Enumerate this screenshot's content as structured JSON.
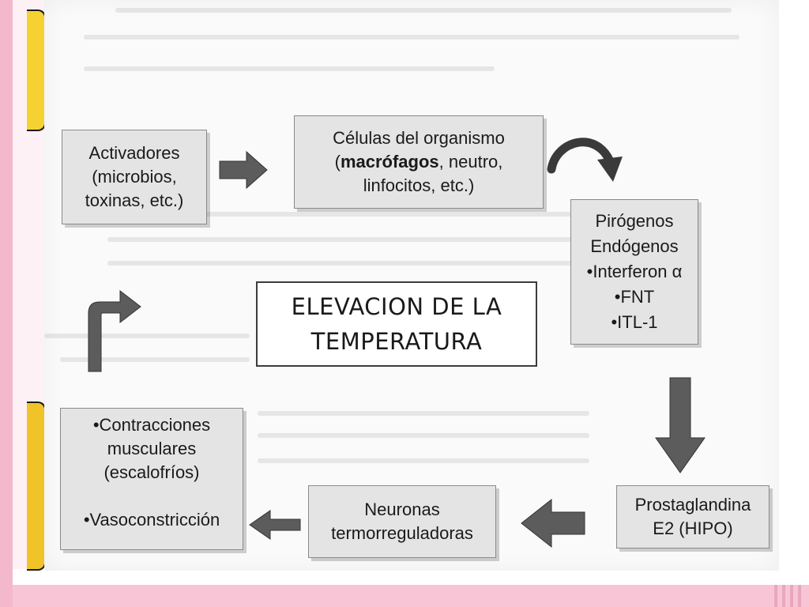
{
  "boxes": {
    "activadores": {
      "lines": [
        "Activadores",
        "(microbios,",
        "toxinas, etc.)"
      ]
    },
    "celulas": {
      "line1": "Células del organismo",
      "line2_open": "(",
      "line2_bold": "macrófagos",
      "line2_rest": ", neutro,",
      "line3": "linfocitos, etc.)"
    },
    "pirogenos": {
      "lines": [
        "Pirógenos",
        "Endógenos",
        "•Interferon α",
        "•FNT",
        "•ITL-1"
      ]
    },
    "elevacion": {
      "lines": [
        "ELEVACION DE LA",
        "TEMPERATURA"
      ]
    },
    "contracciones": {
      "lines": [
        "•Contracciones",
        "musculares",
        "(escalofríos)",
        "",
        "•Vasoconstricción"
      ]
    },
    "neuronas": {
      "lines": [
        "Neuronas",
        "termorreguladoras"
      ]
    },
    "prostaglandina": {
      "lines": [
        "Prostaglandina",
        "E2 (HIPO)"
      ]
    }
  },
  "colors": {
    "box_fill": "#e4e4e4",
    "arrow_fill": "#5c5c5c",
    "slide_accent": "#f4b8cc"
  }
}
